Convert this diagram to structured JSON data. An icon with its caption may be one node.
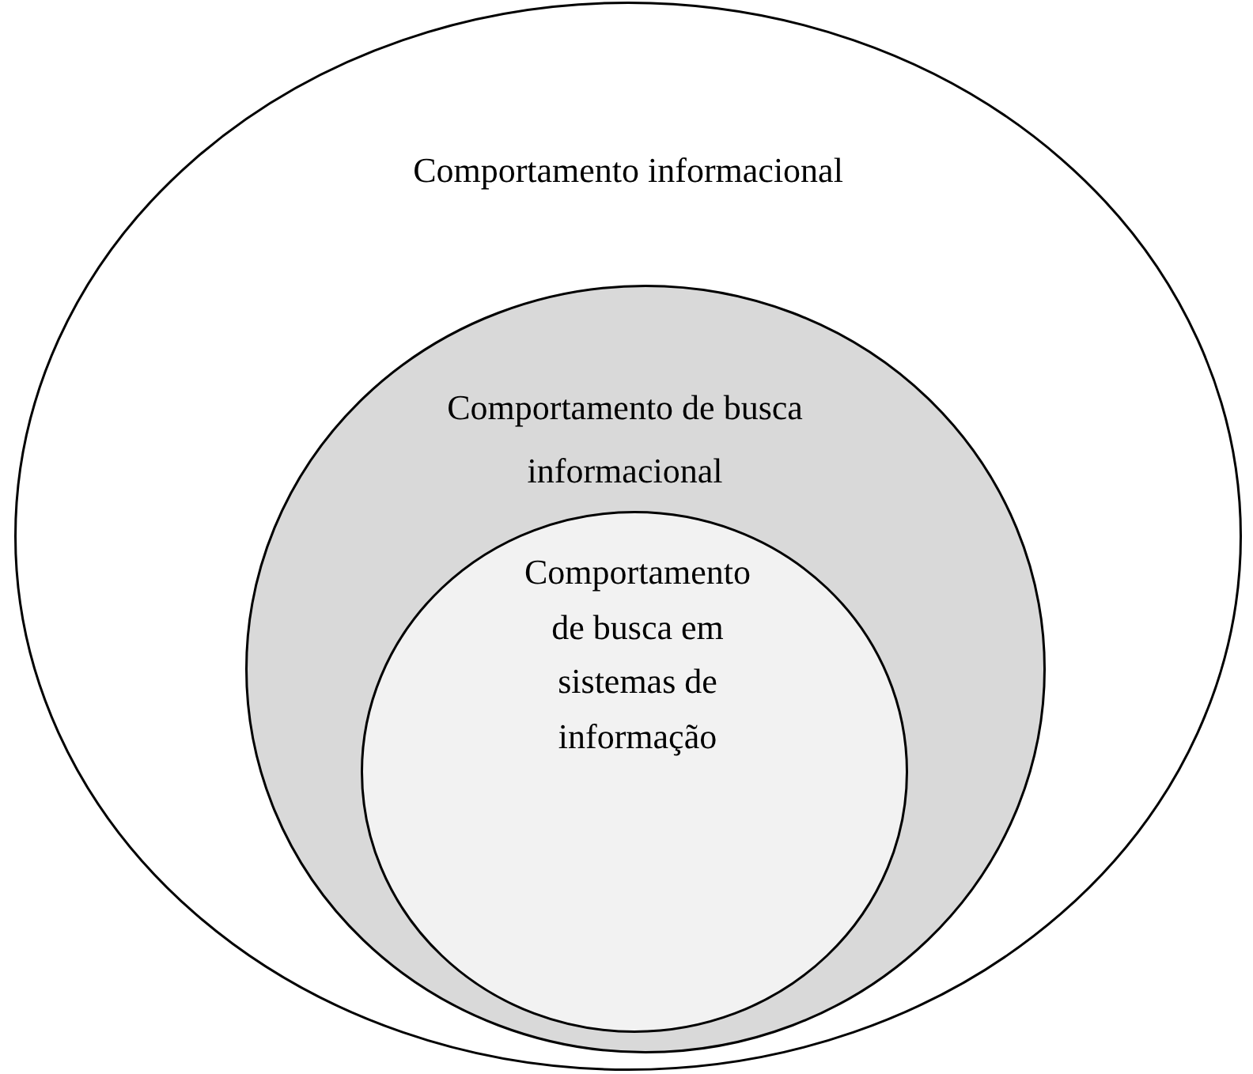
{
  "diagram": {
    "nodes": [
      {
        "text": [
          "Comportamento informacional"
        ]
      },
      {
        "text": [
          "Comportamento de busca informacional"
        ],
        "in": 0
      },
      {
        "text": [
          "Comportamento de busca em sistemas de informação"
        ],
        "in": 1
      }
    ]
  }
}
